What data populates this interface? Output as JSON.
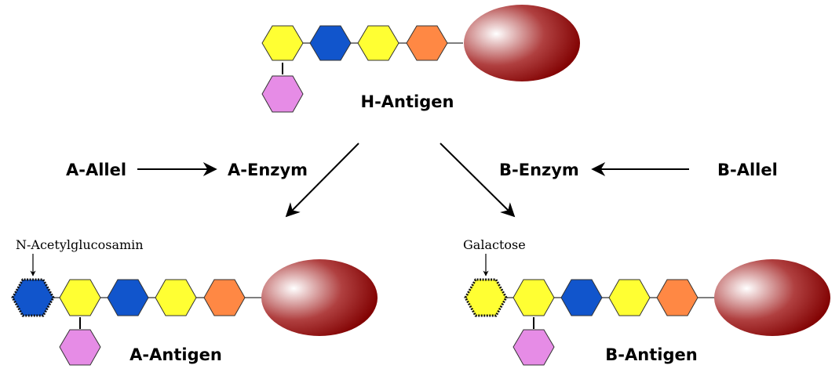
{
  "labels": {
    "h_antigen": "H-Antigen",
    "a_allele": "A-Allel",
    "a_enzyme": "A-Enzym",
    "b_enzyme": "B-Enzym",
    "b_allele": "B-Allel",
    "a_antigen": "A-Antigen",
    "b_antigen": "B-Antigen",
    "a_sugar": "N-Acetylglucosamin",
    "b_sugar": "Galactose"
  },
  "colors": {
    "yellow": "#ffff33",
    "blue": "#1155cc",
    "orange": "#ff8844",
    "violet": "#e68ce6",
    "cell_dark": "#800000",
    "cell_light": "#ffffff"
  }
}
